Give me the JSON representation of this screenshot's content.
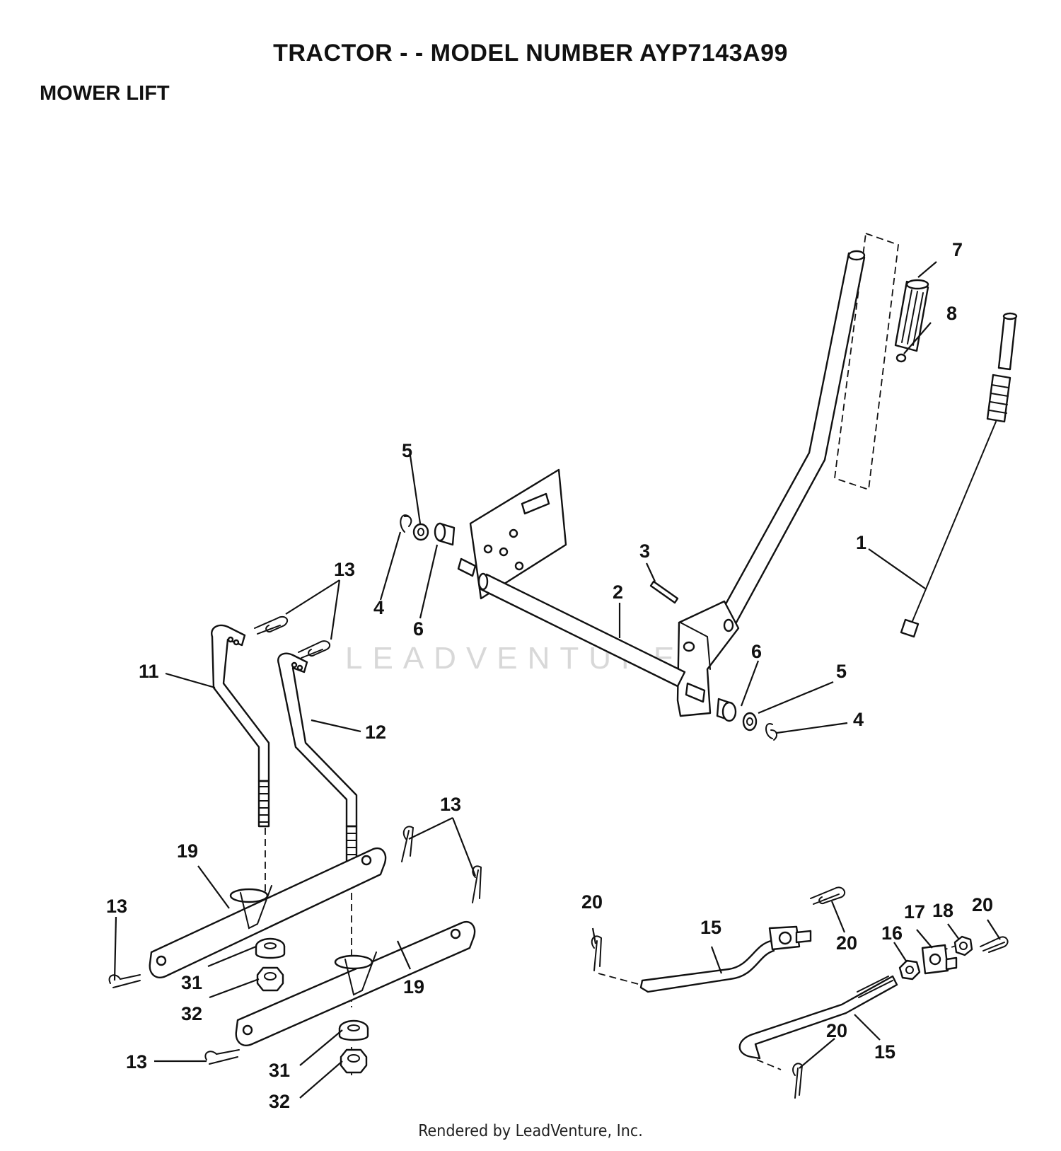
{
  "title": "TRACTOR - - MODEL NUMBER AYP7143A99",
  "subtitle": "MOWER LIFT",
  "footer": "Rendered by LeadVenture, Inc.",
  "watermark": "LEADVENTURE",
  "callouts": {
    "c1": "1",
    "c2": "2",
    "c3": "3",
    "c4a": "4",
    "c4b": "4",
    "c5a": "5",
    "c5b": "5",
    "c6a": "6",
    "c6b": "6",
    "c7": "7",
    "c8": "8",
    "c11": "11",
    "c12": "12",
    "c13a": "13",
    "c13b": "13",
    "c13c": "13",
    "c13d": "13",
    "c15a": "15",
    "c15b": "15",
    "c16": "16",
    "c17": "17",
    "c18": "18",
    "c19a": "19",
    "c19b": "19",
    "c20a": "20",
    "c20b": "20",
    "c20c": "20",
    "c20d": "20",
    "c31a": "31",
    "c31b": "31",
    "c32a": "32",
    "c32b": "32"
  }
}
